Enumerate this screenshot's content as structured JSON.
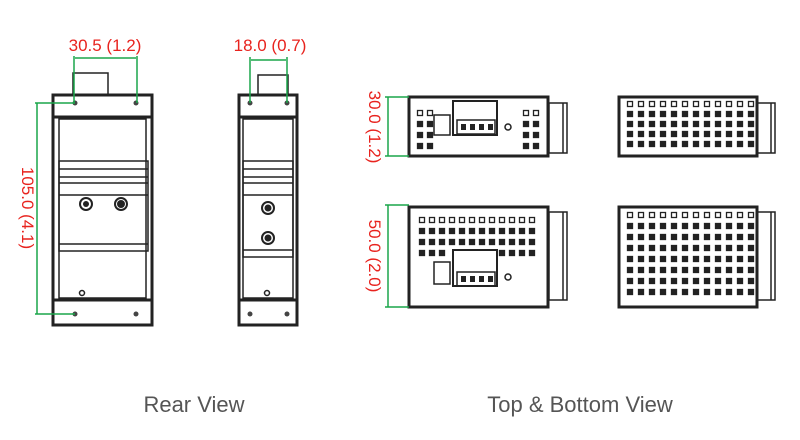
{
  "dimensions": {
    "rear_width": "30.5 (1.2)",
    "rear_height": "105.0 (4.1)",
    "side_width": "18.0 (0.7)",
    "top_depth": "30.0 (1.2)",
    "bottom_depth": "50.0 (2.0)"
  },
  "captions": {
    "rear": "Rear View",
    "top_bottom": "Top & Bottom View"
  },
  "colors": {
    "dimension_text": "#e8231e",
    "dimension_line": "#1aa64a",
    "outline": "#222222",
    "caption": "#555555"
  }
}
